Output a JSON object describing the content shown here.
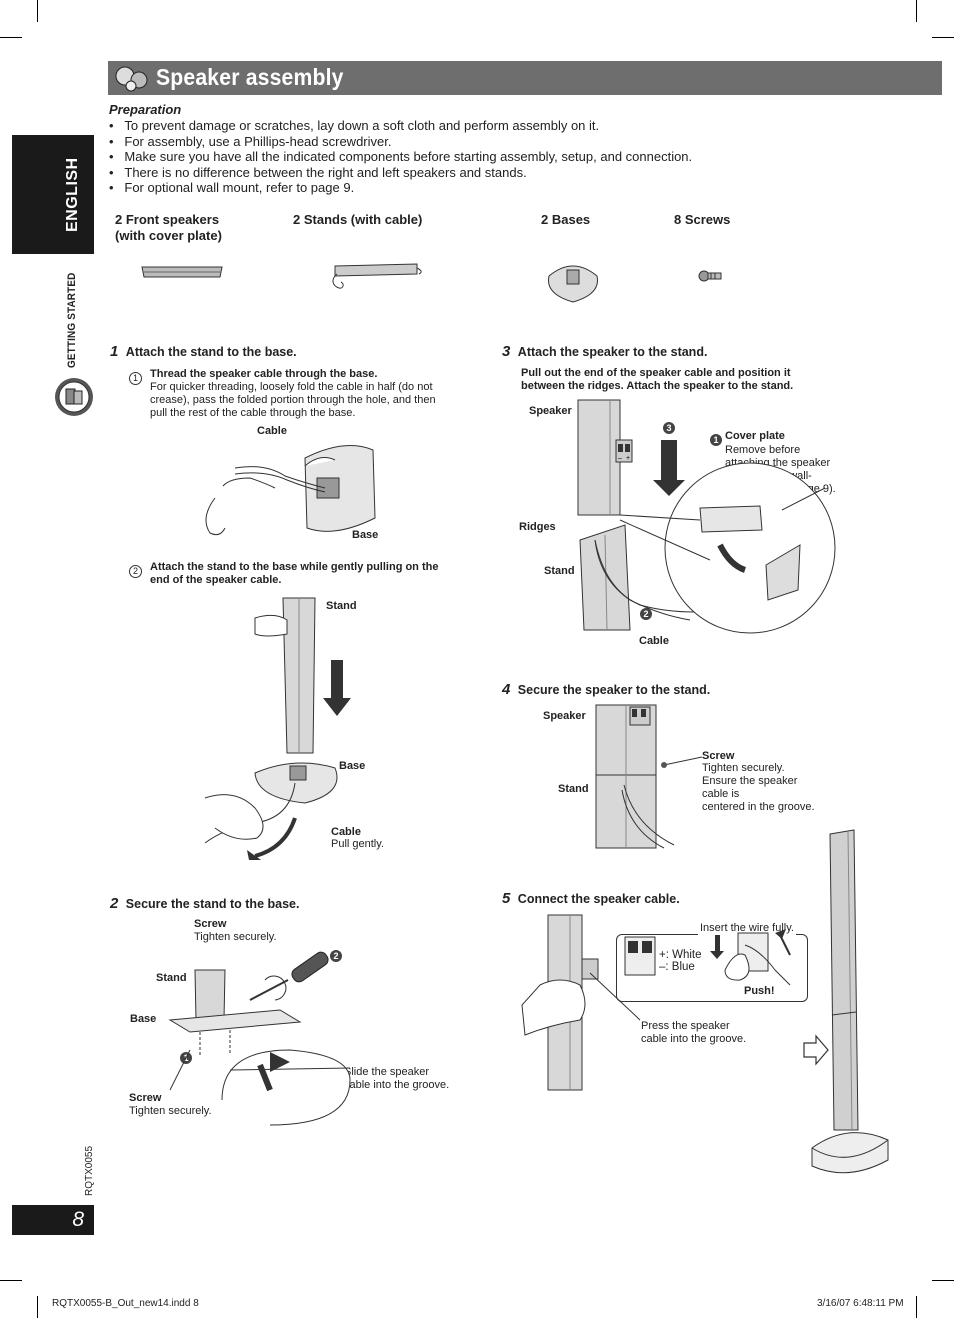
{
  "title": "Speaker assembly",
  "sidebar": {
    "language": "ENGLISH",
    "section": "GETTING STARTED",
    "doc_code": "RQTX0055",
    "page_number": "8"
  },
  "preparation": {
    "heading": "Preparation",
    "bullets": [
      "To prevent damage or scratches, lay down a soft cloth and perform assembly on it.",
      "For assembly, use a Phillips-head screwdriver.",
      "Make sure you have all the indicated components before starting assembly, setup, and connection.",
      "There is no difference between the right and left speakers and stands.",
      "For optional wall mount, refer to page 9."
    ]
  },
  "components": [
    {
      "line1": "2 Front speakers",
      "line2": "(with cover plate)"
    },
    {
      "line1": "2 Stands (with cable)",
      "line2": ""
    },
    {
      "line1": "2 Bases",
      "line2": ""
    },
    {
      "line1": "8 Screws",
      "line2": ""
    }
  ],
  "step1": {
    "num": "1",
    "title": "Attach the stand to the base.",
    "sub1_marker": "1",
    "sub1_title": "Thread the speaker cable through the base.",
    "sub1_text_1": "For quicker threading, loosely fold the cable in half (do not",
    "sub1_text_2": "crease), pass the folded portion through the hole, and then",
    "sub1_text_3": "pull the rest of the cable through the base.",
    "label_cable": "Cable",
    "label_base": "Base",
    "sub2_marker": "2",
    "sub2_title_1": "Attach the stand to the base while gently pulling on the",
    "sub2_title_2": "end of the speaker cable.",
    "label_stand": "Stand",
    "label_base2": "Base",
    "label_cable2": "Cable",
    "label_pull": "Pull gently."
  },
  "step2": {
    "num": "2",
    "title": "Secure the stand to the base.",
    "screw_top_label": "Screw",
    "screw_top_text": "Tighten securely.",
    "label_stand": "Stand",
    "label_base": "Base",
    "marker_1": "1",
    "marker_2": "2",
    "screw_bottom_label": "Screw",
    "screw_bottom_text": "Tighten securely.",
    "slide_1": "Slide the speaker",
    "slide_2": "cable into the groove."
  },
  "step3": {
    "num": "3",
    "title": "Attach the speaker to the stand.",
    "intro_1": "Pull out the end of the speaker cable and position it",
    "intro_2": "between the ridges. Attach the speaker to the stand.",
    "label_speaker": "Speaker",
    "label_ridges": "Ridges",
    "label_stand": "Stand",
    "label_cable": "Cable",
    "marker_1": "1",
    "marker_2": "2",
    "marker_3": "3",
    "cover_title": "Cover plate",
    "cover_1": "Remove before",
    "cover_2": "attaching the speaker",
    "cover_3": "and keep for wall-",
    "cover_4": "mount use (➡ page 9).",
    "terminal_minus": "–",
    "terminal_plus": "+"
  },
  "step4": {
    "num": "4",
    "title": "Secure the speaker to the stand.",
    "label_speaker": "Speaker",
    "label_stand": "Stand",
    "screw_label": "Screw",
    "screw_1": "Tighten securely.",
    "screw_2": "Ensure the speaker",
    "screw_3": "cable is",
    "screw_4": "centered in the groove."
  },
  "step5": {
    "num": "5",
    "title": "Connect the speaker cable.",
    "insert": "Insert the wire fully.",
    "plus_white": "+: White",
    "minus_blue": "–: Blue",
    "push": "Push!",
    "press_1": "Press the speaker",
    "press_2": "cable into the groove."
  },
  "footer": {
    "file": "RQTX0055-B_Out_new14.indd   8",
    "date": "3/16/07   6:48:11 PM"
  }
}
